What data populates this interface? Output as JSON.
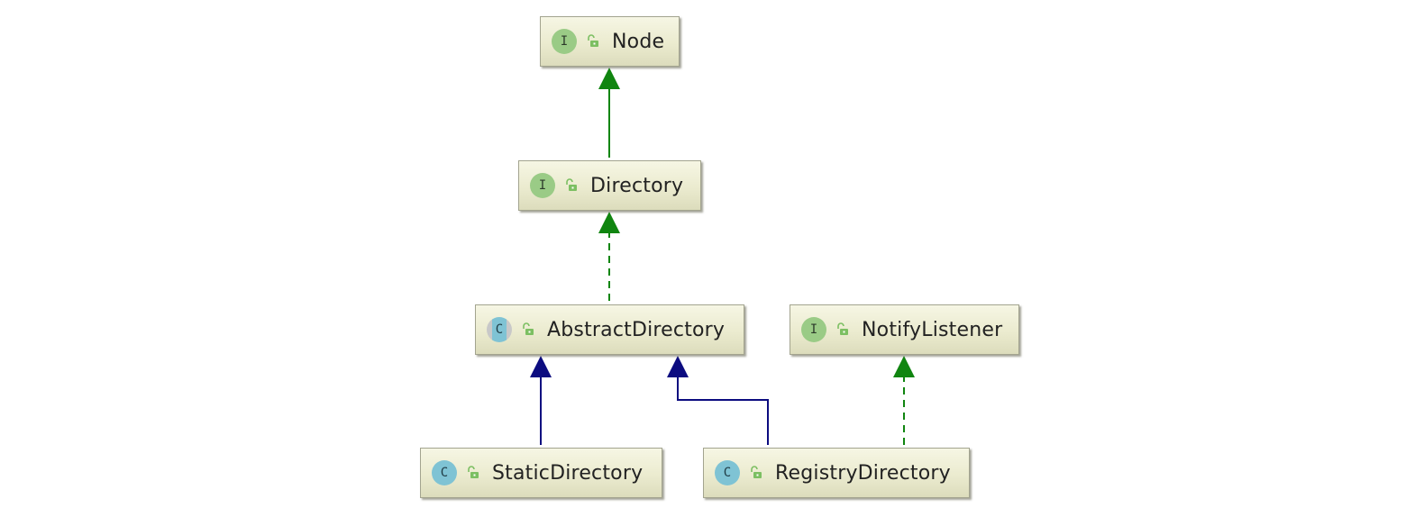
{
  "diagram": {
    "nodes": [
      {
        "id": "node",
        "label": "Node",
        "kind": "interface",
        "badge": "I",
        "access": "public-icon"
      },
      {
        "id": "directory",
        "label": "Directory",
        "kind": "interface",
        "badge": "I",
        "access": "public-icon"
      },
      {
        "id": "abstract-directory",
        "label": "AbstractDirectory",
        "kind": "abstract-class",
        "badge": "C",
        "access": "public-icon"
      },
      {
        "id": "notify-listener",
        "label": "NotifyListener",
        "kind": "interface",
        "badge": "I",
        "access": "public-icon"
      },
      {
        "id": "static-directory",
        "label": "StaticDirectory",
        "kind": "class",
        "badge": "C",
        "access": "public-icon"
      },
      {
        "id": "registry-directory",
        "label": "RegistryDirectory",
        "kind": "class",
        "badge": "C",
        "access": "public-icon"
      }
    ],
    "edges": [
      {
        "from": "directory",
        "to": "node",
        "relation": "extends-interface",
        "style": "solid",
        "color": "#108510"
      },
      {
        "from": "abstract-directory",
        "to": "directory",
        "relation": "implements",
        "style": "dashed",
        "color": "#108510"
      },
      {
        "from": "static-directory",
        "to": "abstract-directory",
        "relation": "extends",
        "style": "solid",
        "color": "#0c0c80"
      },
      {
        "from": "registry-directory",
        "to": "abstract-directory",
        "relation": "extends",
        "style": "solid",
        "color": "#0c0c80"
      },
      {
        "from": "registry-directory",
        "to": "notify-listener",
        "relation": "implements",
        "style": "dashed",
        "color": "#108510"
      }
    ]
  },
  "colors": {
    "interface_badge": "#9acb86",
    "class_badge": "#7fc3d4",
    "implements_arrow": "#108510",
    "extends_arrow": "#0c0c80",
    "node_fill": "#ebebcf",
    "node_border": "#a3a48f"
  }
}
